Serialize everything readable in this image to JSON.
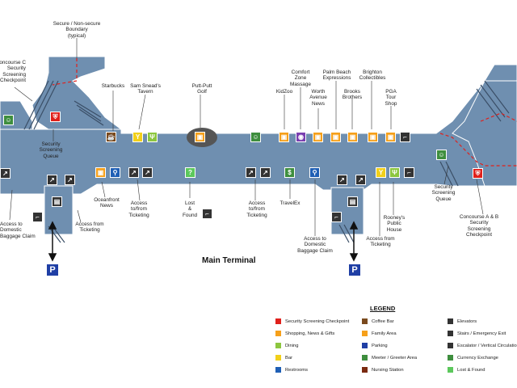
{
  "map": {
    "title": "Main Terminal",
    "labels": {
      "boundary": "Secure / Non-secure\nBoundary\n(typical)",
      "concourse_c": "Concourse C\nSecurity\nScreening\nCheckpoint",
      "starbucks": "Starbucks",
      "sam_sneads": "Sam Snead's\nTavern",
      "putt_putt": "Putt-Putt\nGolf",
      "comfort_zone": "Comfort\nZone\nMassage",
      "palm_beach": "Palm Beach\nExpressions",
      "brighton": "Brighton\nCollectibles",
      "kidzoo": "KidZoo",
      "worth_avenue": "Worth\nAvenue\nNews",
      "brooks": "Brooks\nBrothers",
      "pga": "PGA\nTour\nShop",
      "queue_left": "Security\nScreening\nQueue",
      "oceanfront": "Oceanfront\nNews",
      "ticketing_left": "Access\nto/from\nTicketing",
      "lost_found": "Lost\n&\nFound",
      "ticketing_mid": "Access\nto/from\nTicketing",
      "travelex": "TravelEx",
      "rooneys": "Rooney's\nPublic\nHouse",
      "access_ticketing_left": "Access from\nTicketing",
      "access_ticketing_right": "Access from\nTicketing",
      "baggage_left": "Access to\nDomestic\nBaggage Claim",
      "baggage_mid": "Access to\nDomestic\nBaggage Claim",
      "queue_right": "Security\nScreening\nQueue",
      "concourse_ab": "Concourse A & B\nSecurity\nScreening\nCheckpoint"
    }
  },
  "legend": {
    "title": "LEGEND",
    "items": [
      {
        "label": "Security Screening Checkpoint",
        "color": "#e0201b",
        "icon": "security-icon"
      },
      {
        "label": "Shopping, News & Gifts",
        "color": "#f6a01a",
        "icon": "shopping-icon"
      },
      {
        "label": "Dining",
        "color": "#8cc63f",
        "icon": "dining-icon"
      },
      {
        "label": "Bar",
        "color": "#f2d01a",
        "icon": "bar-icon"
      },
      {
        "label": "Restrooms",
        "color": "#1f5fb5",
        "icon": "restroom-icon"
      },
      {
        "label": "Coffee Bar",
        "color": "#7a4a1e",
        "icon": "coffee-icon"
      },
      {
        "label": "Family Area",
        "color": "#f6a01a",
        "icon": "family-icon"
      },
      {
        "label": "Parking",
        "color": "#1f3fa5",
        "icon": "parking-icon"
      },
      {
        "label": "Meeter / Greeter Area",
        "color": "#3e8e3e",
        "icon": "greeter-icon"
      },
      {
        "label": "Nursing Station",
        "color": "#7a2a10",
        "icon": "nursing-icon"
      },
      {
        "label": "Elevators",
        "color": "#333333",
        "icon": "elevator-icon"
      },
      {
        "label": "Stairs / Emergency Exit",
        "color": "#333333",
        "icon": "stairs-icon"
      },
      {
        "label": "Escalator / Vertical Circulation",
        "color": "#333333",
        "icon": "escalator-icon"
      },
      {
        "label": "Currency Exchange",
        "color": "#3e8e3e",
        "icon": "currency-icon"
      },
      {
        "label": "Lost & Found",
        "color": "#5cc85c",
        "icon": "lost-found-icon"
      }
    ]
  },
  "parking_label": "P"
}
